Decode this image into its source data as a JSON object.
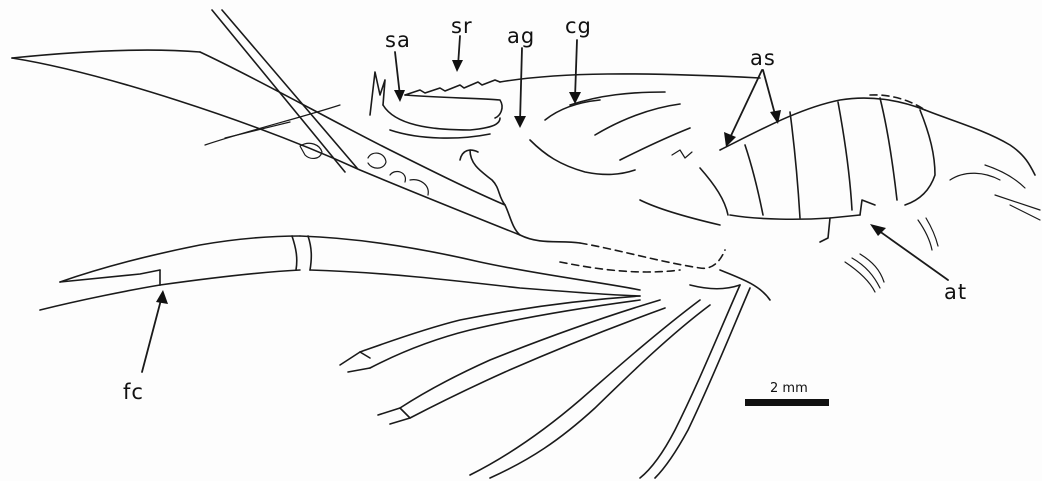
{
  "labels": {
    "sa": "sa",
    "sr": "sr",
    "ag": "ag",
    "cg": "cg",
    "as": "as",
    "at": "at",
    "fc": "fc"
  },
  "scale_bar": {
    "label": "2 mm"
  }
}
